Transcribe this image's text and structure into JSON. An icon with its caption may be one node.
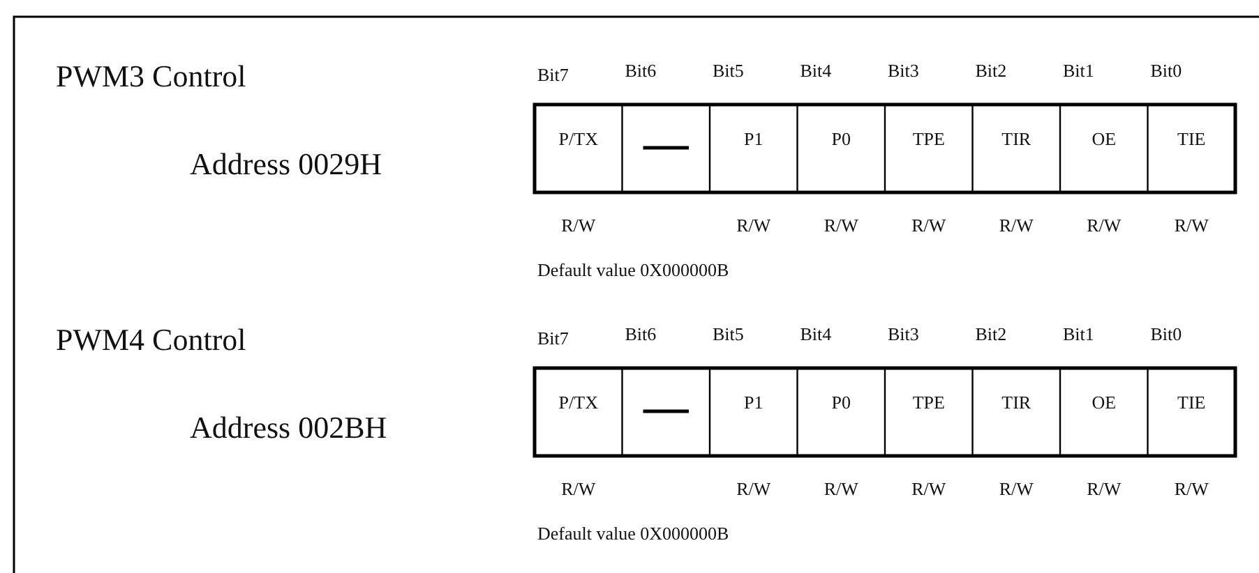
{
  "diagram": {
    "labels": [
      "PWM3 Control",
      "Address 0029H",
      "Bit7",
      "Bit6",
      "Bit5",
      "Bit4",
      "Bit3",
      "Bit2",
      "Bit1",
      "Bit0",
      "P/TX",
      "P1",
      "P0",
      "TPE",
      "TIR",
      "OE",
      "TIE",
      "R/W",
      "R/W",
      "R/W",
      "R/W",
      "R/W",
      "R/W",
      "R/W",
      "Default value 0X000000B",
      "PWM4 Control",
      "Address 002BH",
      "Bit7",
      "Bit6",
      "Bit5",
      "Bit4",
      "Bit3",
      "Bit2",
      "Bit1",
      "Bit0",
      "P/TX",
      "P1",
      "P0",
      "TPE",
      "TIR",
      "OE",
      "TIE",
      "R/W",
      "R/W",
      "R/W",
      "R/W",
      "R/W",
      "R/W",
      "R/W",
      "Default value 0X000000B"
    ]
  }
}
